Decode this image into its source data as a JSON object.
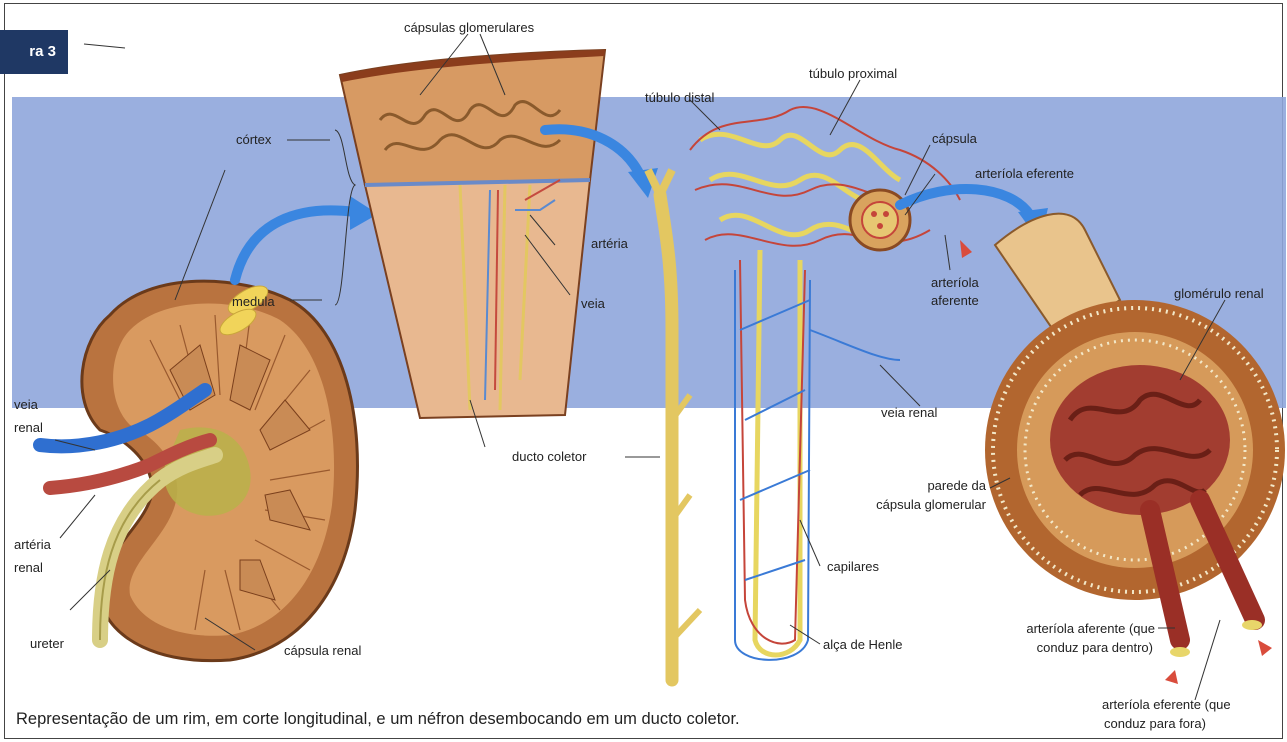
{
  "figure_tag": "ra 3",
  "caption": "Representação de um rim, em corte longitudinal, e um néfron desembocando em um ducto coletor.",
  "labels": {
    "capsulas_glomerulares": "cápsulas glomerulares",
    "cortex": "córtex",
    "medula": "medula",
    "arteria": "artéria",
    "veia": "veia",
    "ducto_coletor": "ducto coletor",
    "tubulo_distal": "túbulo distal",
    "tubulo_proximal": "túbulo proximal",
    "capsula": "cápsula",
    "arteriola_eferente": "arteríola eferente",
    "arteriola_aferente_1": "arteríola",
    "arteriola_aferente_2": "aferente",
    "glomerulo_renal": "glomérulo renal",
    "veia_renal_center": "veia renal",
    "parede_1": "parede da",
    "parede_2": "cápsula glomerular",
    "capilares": "capilares",
    "alca_de_henle": "alça de Henle",
    "veia_renal_left_1": "veia",
    "veia_renal_left_2": "renal",
    "arteria_renal_1": "artéria",
    "arteria_renal_2": "renal",
    "ureter": "ureter",
    "capsula_renal": "cápsula renal",
    "aferente_que_1": "arteríola aferente (que",
    "aferente_que_2": "conduz para dentro)",
    "eferente_que_1": "arteríola eferente (que",
    "eferente_que_2": "conduz para fora)"
  },
  "colors": {
    "band": "#8fa6dc",
    "tag": "#1f3864",
    "kidney": "#c8824a",
    "vein": "#2f6fd0",
    "artery": "#c44a3c",
    "tubule": "#e6c75a"
  }
}
